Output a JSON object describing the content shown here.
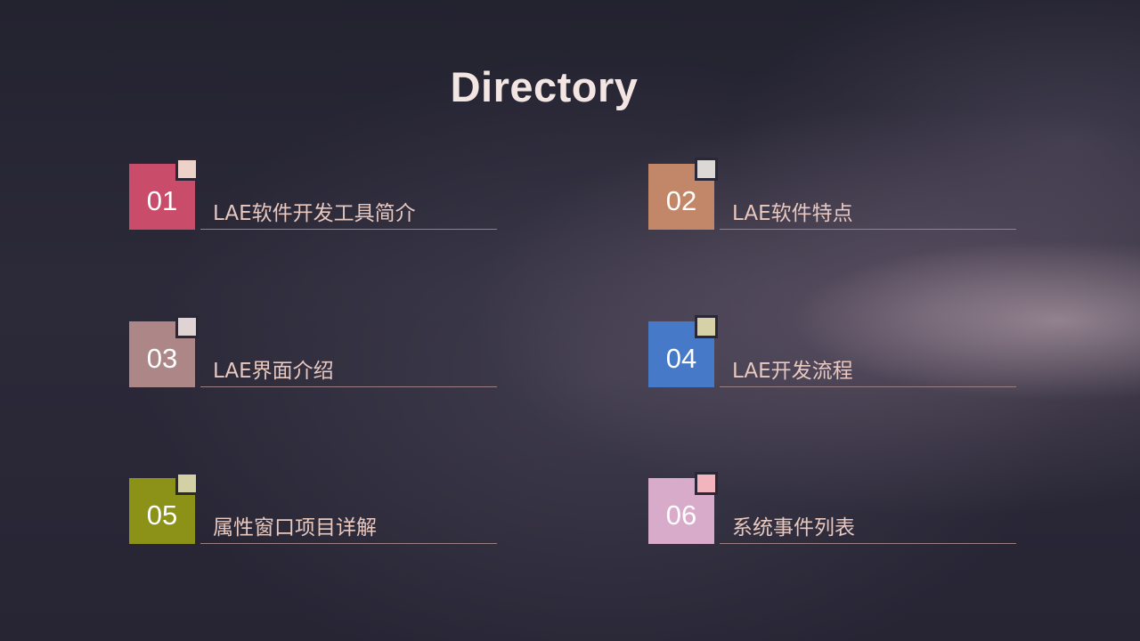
{
  "title": "Directory",
  "items": [
    {
      "number": "01",
      "label": "LAE软件开发工具简介",
      "box_color": "#c94d6b",
      "square_color": "#ecd2c9"
    },
    {
      "number": "02",
      "label": "LAE软件特点",
      "box_color": "#c28669",
      "square_color": "#dcd8d6"
    },
    {
      "number": "03",
      "label": "LAE界面介绍",
      "box_color": "#ad8688",
      "square_color": "#e0d3d4"
    },
    {
      "number": "04",
      "label": "LAE开发流程",
      "box_color": "#467ac8",
      "square_color": "#d7d1a7"
    },
    {
      "number": "05",
      "label": "属性窗口项目详解",
      "box_color": "#8c9217",
      "square_color": "#d4d0a6"
    },
    {
      "number": "06",
      "label": "系统事件列表",
      "box_color": "#d8abca",
      "square_color": "#f2b5be"
    }
  ]
}
